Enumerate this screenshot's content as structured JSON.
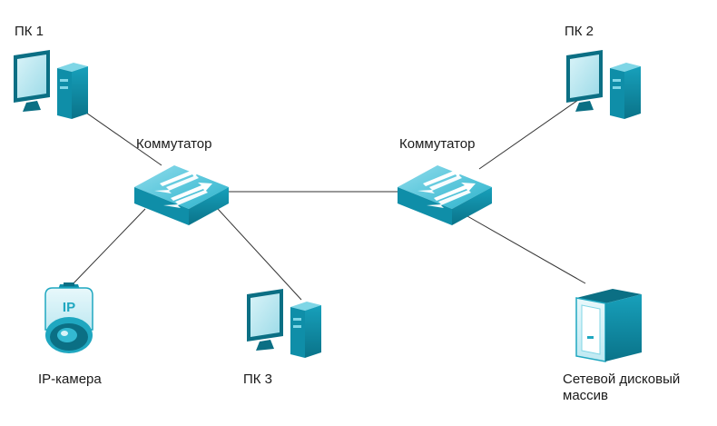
{
  "nodes": {
    "pc1": {
      "label": "ПК 1"
    },
    "pc2": {
      "label": "ПК 2"
    },
    "pc3": {
      "label": "ПК 3"
    },
    "switch1": {
      "label": "Коммутатор"
    },
    "switch2": {
      "label": "Коммутатор"
    },
    "camera": {
      "label": "IP-камера",
      "badge": "IP"
    },
    "nas": {
      "label": "Сетевой дисковый массив"
    }
  },
  "colors": {
    "device_teal": "#1fa7c0",
    "device_dark": "#0b6f84",
    "device_light": "#7fd6e6",
    "link_line": "#333333"
  }
}
